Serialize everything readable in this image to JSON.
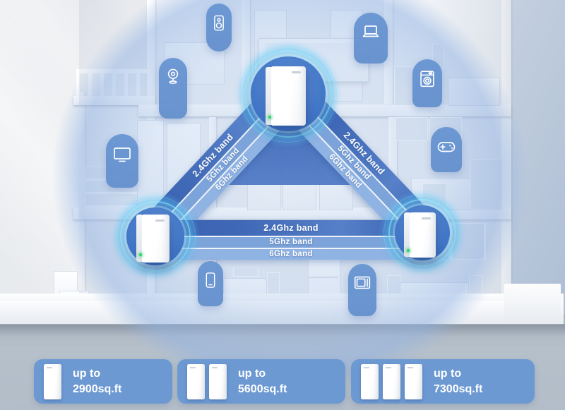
{
  "bands": {
    "left": [
      "2.4Ghz band",
      "5Ghz band",
      "6Ghz band"
    ],
    "right": [
      "2.4Ghz band",
      "5Ghz band",
      "6Ghz band"
    ],
    "horizontal": [
      "2.4Ghz band",
      "5Ghz band",
      "6Ghz band"
    ]
  },
  "badges": [
    {
      "units": 1,
      "prefix": "up to",
      "area": "2900sq.ft"
    },
    {
      "units": 2,
      "prefix": "up to",
      "area": "5600sq.ft"
    },
    {
      "units": 3,
      "prefix": "up to",
      "area": "7300sq.ft"
    }
  ],
  "devices": [
    "speaker-icon",
    "camera-icon",
    "tv-icon",
    "laptop-icon",
    "washing-machine-icon",
    "gamepad-icon",
    "smartphone-icon",
    "microwave-icon"
  ],
  "router_nodes": [
    "top",
    "left",
    "right"
  ],
  "colors": {
    "band_dark": "#3f68b6",
    "band_mid": "#7ca4da",
    "band_light": "#8fb3e3",
    "node_blue": "#4377c7",
    "pill_blue": "#6493d0",
    "badge_blue": "#6d99d2",
    "glow_cyan": "#55d8f8",
    "led_green": "#3bd06e",
    "coverage_tint": "#9ebce6"
  }
}
